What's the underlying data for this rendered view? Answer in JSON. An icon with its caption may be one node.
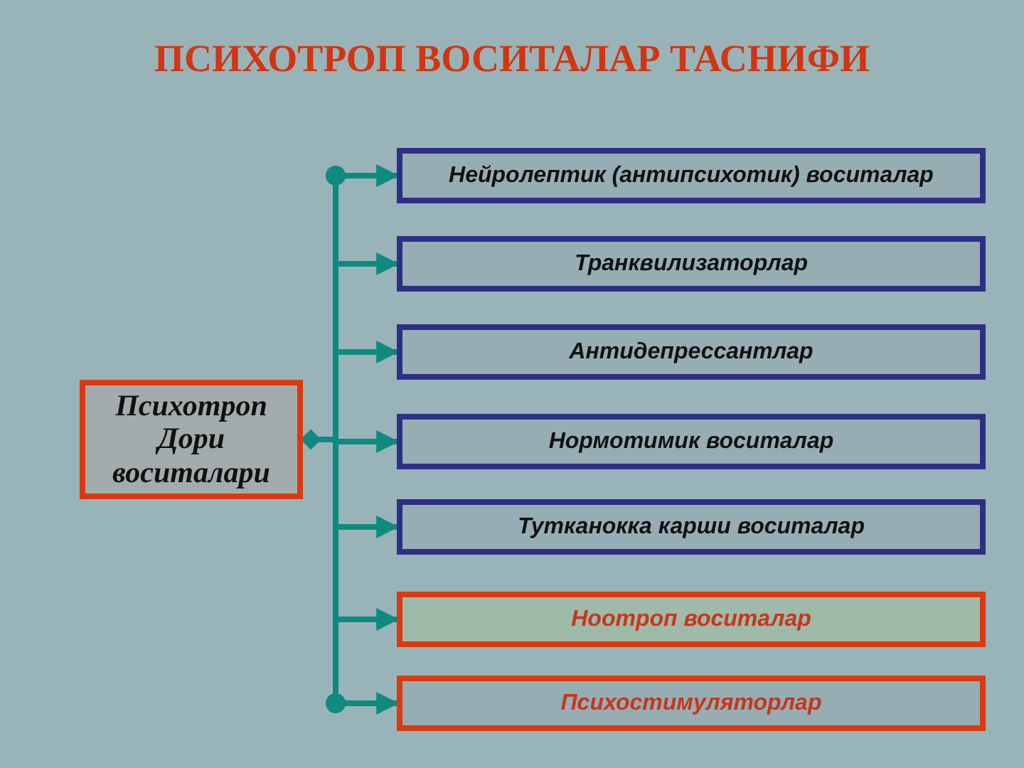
{
  "diagram": {
    "title": "ПСИХОТРОП ВОСИТАЛАР ТАСНИФИ",
    "nodes": [
      {
        "text": [
          "Психотроп Дори воситалари"
        ]
      },
      {
        "text": [
          "Нейролептик (антипсихотик) воситалар"
        ]
      },
      {
        "text": [
          "Транквилизаторлар"
        ]
      },
      {
        "text": [
          "Антидепрессантлар"
        ]
      },
      {
        "text": [
          "Нормотимик воситалар"
        ]
      },
      {
        "text": [
          "Тутканокка карши воситалар"
        ]
      },
      {
        "text": [
          "Ноотроп воситалар"
        ]
      },
      {
        "text": [
          "Психостимуляторлар"
        ]
      }
    ],
    "edges": [
      {
        "from": 0,
        "to": 1,
        "arrow": "to"
      },
      {
        "from": 0,
        "to": 2,
        "arrow": "to"
      },
      {
        "from": 0,
        "to": 3,
        "arrow": "to"
      },
      {
        "from": 0,
        "to": 4,
        "arrow": "to"
      },
      {
        "from": 0,
        "to": 5,
        "arrow": "to"
      },
      {
        "from": 0,
        "to": 6,
        "arrow": "to"
      },
      {
        "from": 0,
        "to": 7,
        "arrow": "to"
      }
    ]
  }
}
